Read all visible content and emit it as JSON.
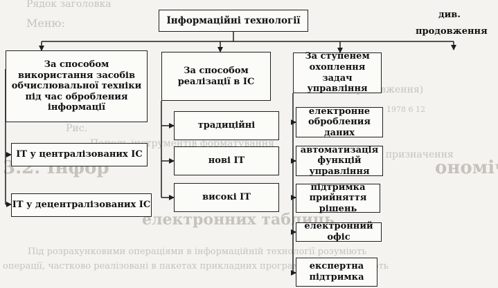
{
  "diagram": {
    "root": "Інформаційні технології",
    "continuation_note_line1": "див.",
    "continuation_note_line2": "продовження",
    "categories": [
      {
        "title": "За способом використання засобів обчислювальної техніки під час обробления інформації",
        "children": [
          "ІТ у централізованих ІС",
          "ІТ у децентралізованих ІС"
        ]
      },
      {
        "title": "За способом реалізації в ІС",
        "children": [
          "традиційні",
          "нові ІТ",
          "високі ІТ"
        ]
      },
      {
        "title": "За ступенем охоплення задач управління",
        "children": [
          "електронне обробления даних",
          "автоматизація функцій управління",
          "підтримка прийняття рішень",
          "електронний офіс",
          "експертна підтримка"
        ]
      }
    ]
  },
  "background_text": {
    "top_line1": "Рядок заголовка",
    "top_line2": "Меню:",
    "heading_part": "3.2. Інфор",
    "heading_right": "ономічн",
    "subheading": "спеціального призначення",
    "sub2": "електронних таблиць",
    "caption": "Рис.",
    "para_line1": "Під розрахунковими операціями в інформаційній технології розуміють",
    "para_line2": "операції, частково реалізовані в пакетах прикладних програм, що забезпечують",
    "right_col": "(продовження)",
    "mid_line": "Панель інструментів форматування",
    "table_nums": "1978 6 12"
  }
}
